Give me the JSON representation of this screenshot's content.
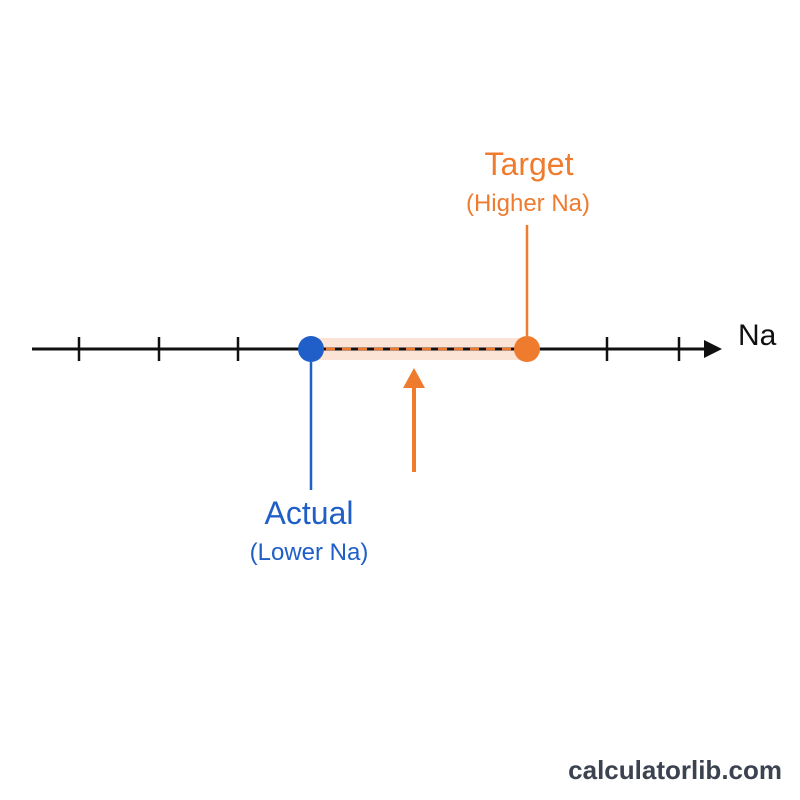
{
  "axis": {
    "label": "Na"
  },
  "target": {
    "title": "Target",
    "subtitle": "(Higher Na)"
  },
  "actual": {
    "title": "Actual",
    "subtitle": "(Lower Na)"
  },
  "watermark": "calculatorlib.com",
  "colors": {
    "target": "#ee7b2e",
    "actual": "#1f5fc7",
    "axis": "#111111",
    "band": "#fbe4d6"
  }
}
